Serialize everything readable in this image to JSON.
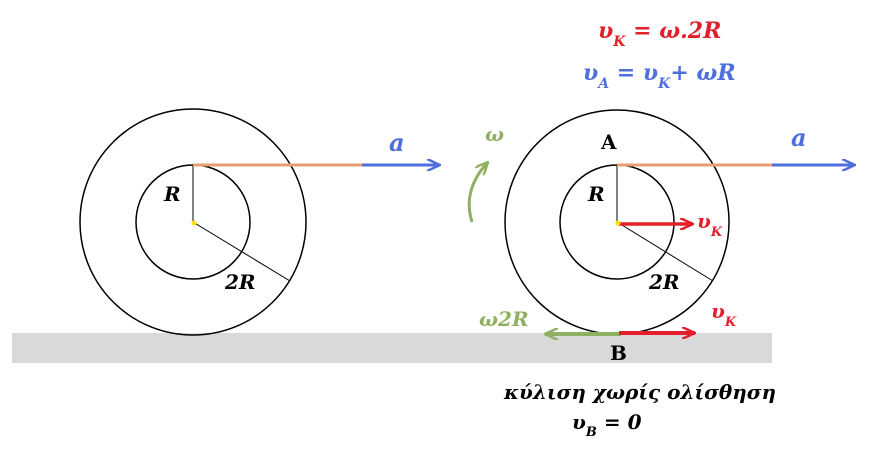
{
  "colors": {
    "ground": "#d9d9d9",
    "rope": "#e6a070",
    "blue": "#4f6fdc",
    "red": "#e2202c",
    "green": "#8fb060",
    "center": "#f2e200",
    "ink": "#000000"
  },
  "labels": {
    "eq1": {
      "v": "υ",
      "vsub": "K",
      "rest": " = ω.2R"
    },
    "eq2": {
      "v": "υ",
      "vsub": "A",
      "eq": " = ",
      "v2": "υ",
      "v2sub": "K",
      "rest": "+ ωR"
    },
    "left": {
      "R": "R",
      "twoR": "2R",
      "a": "a"
    },
    "right": {
      "A": "A",
      "R": "R",
      "twoR": "2R",
      "a": "a",
      "omega": "ω",
      "vK_center": "υ",
      "vK_center_sub": "K",
      "vK_bottom": "υ",
      "vK_bottom_sub": "K",
      "omega2R": "ω2R",
      "B": "B"
    },
    "caption": "κύλιση χωρίς ολίσθηση",
    "vB": {
      "v": "υ",
      "sub": "B",
      "rest": " =  0"
    }
  },
  "icons": [
    "curved-arrow-icon",
    "arrowhead-icon"
  ]
}
